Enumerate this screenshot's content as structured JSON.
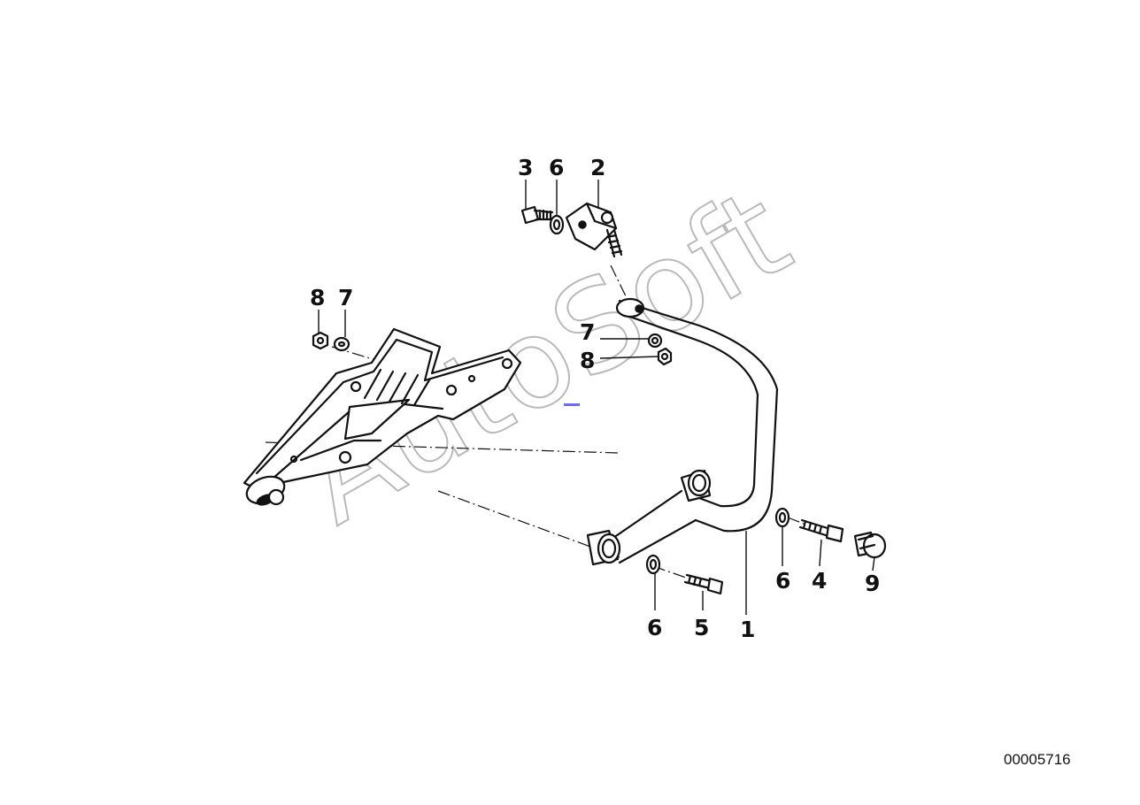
{
  "diagram": {
    "drawing_number": "00005716",
    "watermark": "AutoSoft",
    "callouts": {
      "c1": "1",
      "c2": "2",
      "c3": "3",
      "c4": "4",
      "c5": "5",
      "c6_top": "6",
      "c6_right": "6",
      "c6_bottom": "6",
      "c7_left": "7",
      "c7_mid": "7",
      "c8_left": "8",
      "c8_mid": "8",
      "c9": "9"
    }
  }
}
